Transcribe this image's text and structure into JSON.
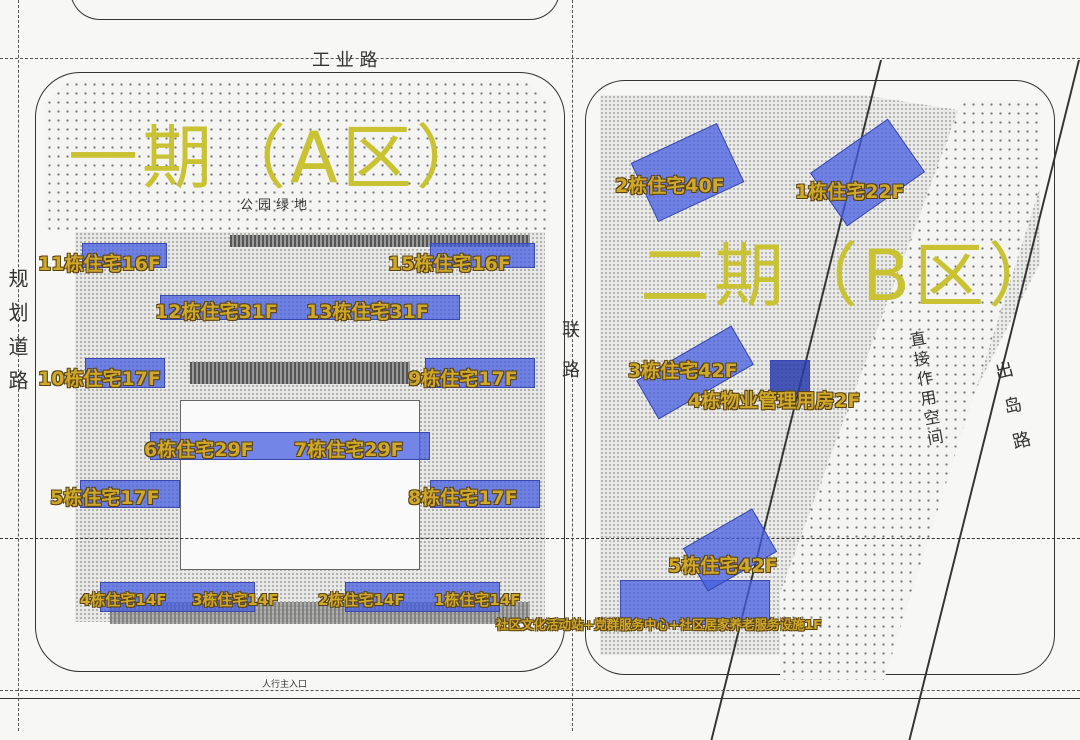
{
  "phases": {
    "a": "一期（A区）",
    "b": "二期（B区）"
  },
  "roads": {
    "top": "工 业 路",
    "left": "规划道路",
    "middle": "联路",
    "right": "出岛路",
    "bottom_entrance": "人行主入口"
  },
  "areas": {
    "park": "公园绿地",
    "space": "直接作用空间"
  },
  "buildings_a": [
    "11栋住宅16F",
    "15栋住宅16F",
    "12栋住宅31F",
    "13栋住宅31F",
    "10栋住宅17F",
    "9栋住宅17F",
    "6栋住宅29F",
    "7栋住宅29F",
    "5栋住宅17F",
    "8栋住宅17F",
    "4栋住宅14F",
    "3栋住宅14F",
    "2栋住宅14F",
    "1栋住宅14F"
  ],
  "buildings_b": [
    "2栋住宅40F",
    "1栋住宅22F",
    "3栋住宅42F",
    "4栋物业管理用房2F",
    "5栋住宅42F"
  ],
  "community": "社区文化活动站+党群服务中心+社区居家养老服务设施1F",
  "colors": {
    "label": "#d1a92a",
    "phase": "#c9c233",
    "building": "#465fe1"
  }
}
